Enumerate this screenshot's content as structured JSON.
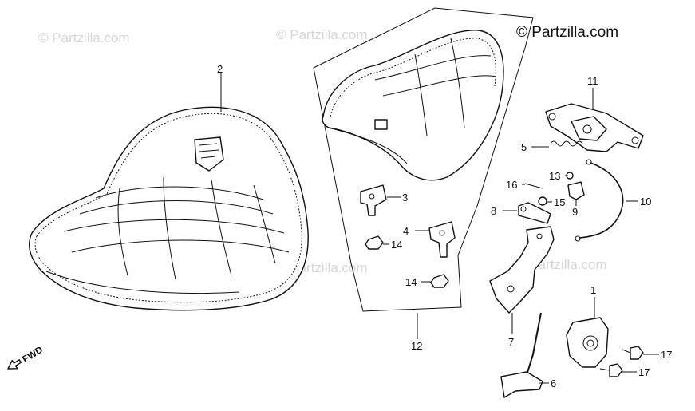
{
  "watermarks": {
    "main": "© Partzilla.com",
    "faint": "© Partzilla.com"
  },
  "fwd_label": "FWD",
  "callouts": {
    "c1": "1",
    "c2": "2",
    "c3": "3",
    "c4": "4",
    "c5": "5",
    "c6": "6",
    "c7": "7",
    "c8": "8",
    "c9": "9",
    "c10": "10",
    "c11": "11",
    "c12": "12",
    "c13": "13",
    "c14a": "14",
    "c14b": "14",
    "c15": "15",
    "c16": "16",
    "c17a": "17",
    "c17b": "17"
  },
  "colors": {
    "line": "#111111",
    "watermark": "#d6d6d6"
  }
}
